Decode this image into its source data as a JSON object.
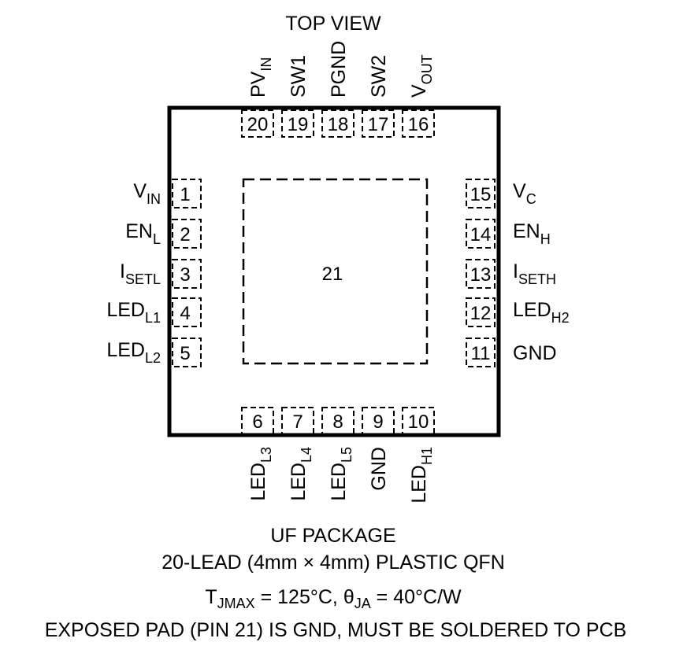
{
  "title": "TOP VIEW",
  "package": {
    "name": "UF PACKAGE",
    "description": "20-LEAD (4mm × 4mm) PLASTIC QFN",
    "thermal": {
      "tj_sym": "T",
      "tj_sub": "JMAX",
      "tj_val": " = 125°C, ",
      "theta_sym": "θ",
      "theta_sub": "JA",
      "theta_val": " = 40°C/W"
    },
    "note": "EXPOSED PAD (PIN 21) IS GND, MUST BE SOLDERED TO PCB"
  },
  "exposed_pad": {
    "number": "21"
  },
  "pins": {
    "left": [
      {
        "num": "1",
        "main": "V",
        "sub": "IN"
      },
      {
        "num": "2",
        "main": "EN",
        "sub": "L"
      },
      {
        "num": "3",
        "main": "I",
        "sub": "SETL"
      },
      {
        "num": "4",
        "main": "LED",
        "sub": "L1"
      },
      {
        "num": "5",
        "main": "LED",
        "sub": "L2"
      }
    ],
    "bottom": [
      {
        "num": "6",
        "main": "LED",
        "sub": "L3"
      },
      {
        "num": "7",
        "main": "LED",
        "sub": "L4"
      },
      {
        "num": "8",
        "main": "LED",
        "sub": "L5"
      },
      {
        "num": "9",
        "main": "GND",
        "sub": ""
      },
      {
        "num": "10",
        "main": "LED",
        "sub": "H1"
      }
    ],
    "right": [
      {
        "num": "15",
        "main": "V",
        "sub": "C"
      },
      {
        "num": "14",
        "main": "EN",
        "sub": "H"
      },
      {
        "num": "13",
        "main": "I",
        "sub": "SETH"
      },
      {
        "num": "12",
        "main": "LED",
        "sub": "H2"
      },
      {
        "num": "11",
        "main": "GND",
        "sub": ""
      }
    ],
    "top": [
      {
        "num": "20",
        "main": "PV",
        "sub": "IN"
      },
      {
        "num": "19",
        "main": "SW1",
        "sub": ""
      },
      {
        "num": "18",
        "main": "PGND",
        "sub": ""
      },
      {
        "num": "17",
        "main": "SW2",
        "sub": ""
      },
      {
        "num": "16",
        "main": "V",
        "sub": "OUT"
      }
    ]
  }
}
